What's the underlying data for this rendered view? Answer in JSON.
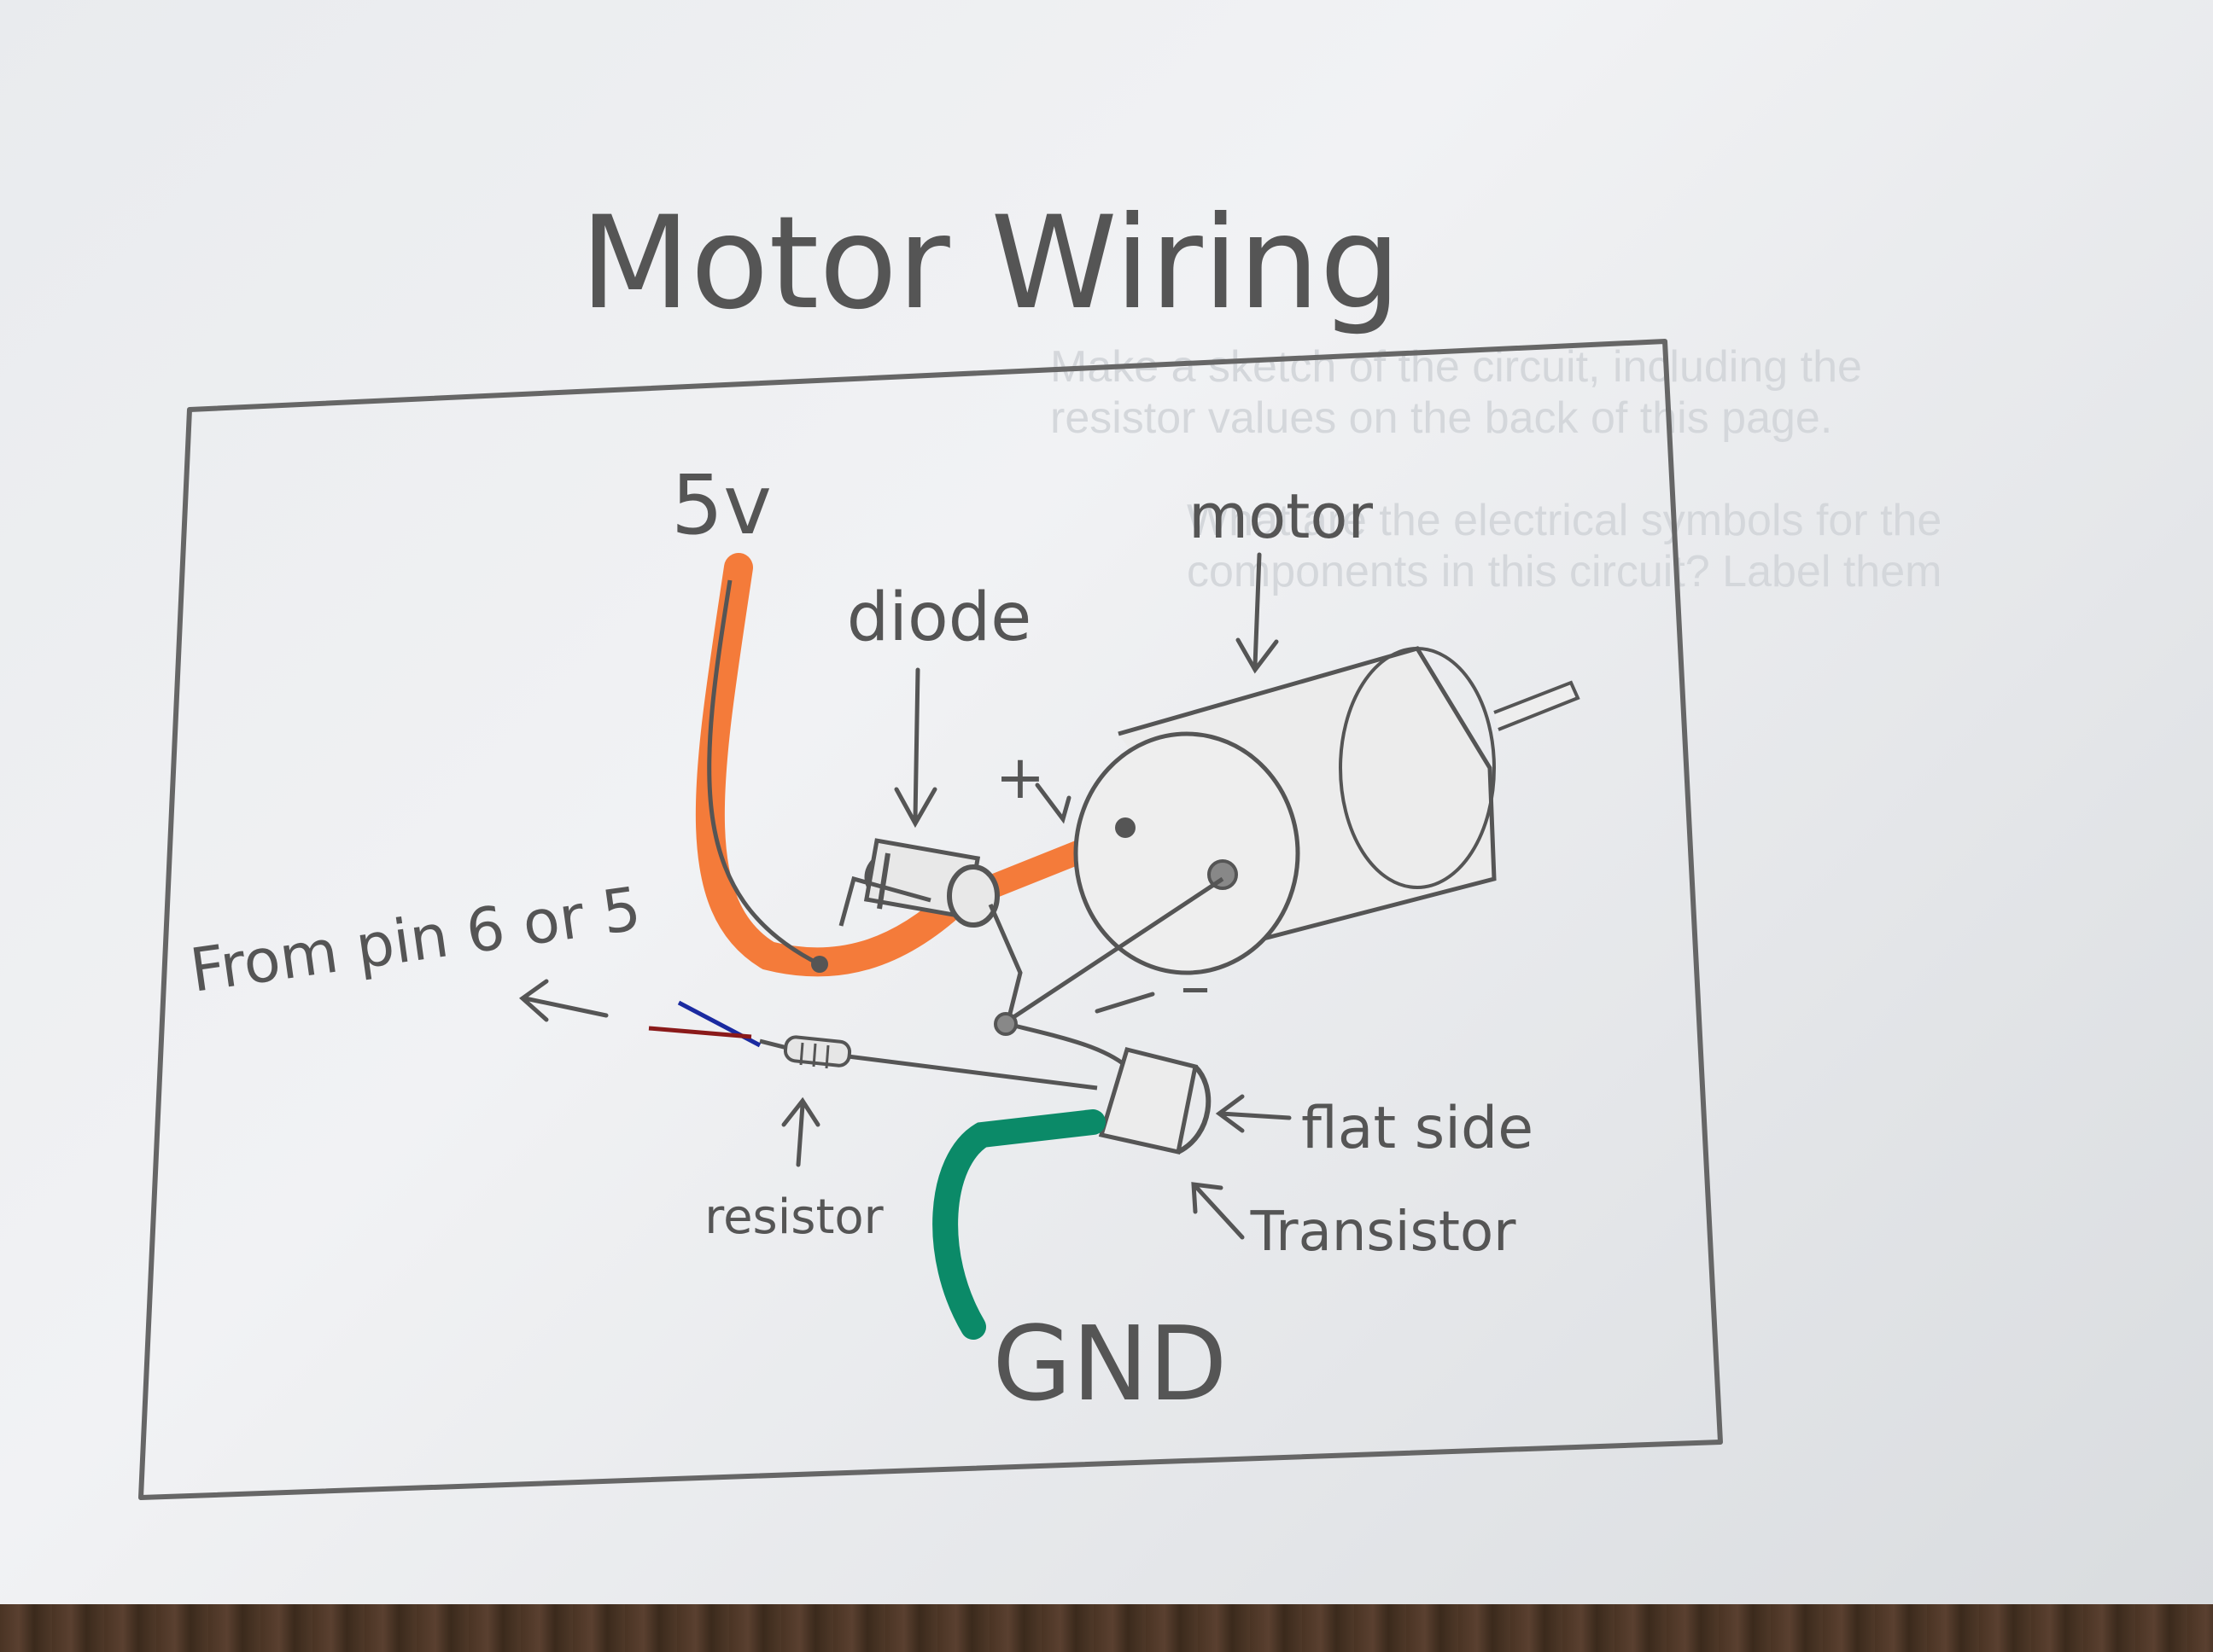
{
  "title": "Motor Wiring",
  "labels": {
    "supply": "5v",
    "diode": "diode",
    "motor": "motor",
    "from_pin": "From pin 6 or 5",
    "resistor": "resistor",
    "flat_side": "flat side",
    "transistor": "Transistor",
    "ground": "GND",
    "plus": "+",
    "minus": "–"
  },
  "bleed_through": [
    "Make a sketch of the circuit, including the",
    "resistor values on the back of this page.",
    "What are the electrical symbols for the",
    "components in this circuit? Label them"
  ],
  "colors": {
    "pencil": "#555555",
    "orange_wire": "#f47b3a",
    "green_wire": "#0b8a68",
    "blue_wire": "#1a2aa0",
    "red_wire": "#8a1a1a"
  }
}
